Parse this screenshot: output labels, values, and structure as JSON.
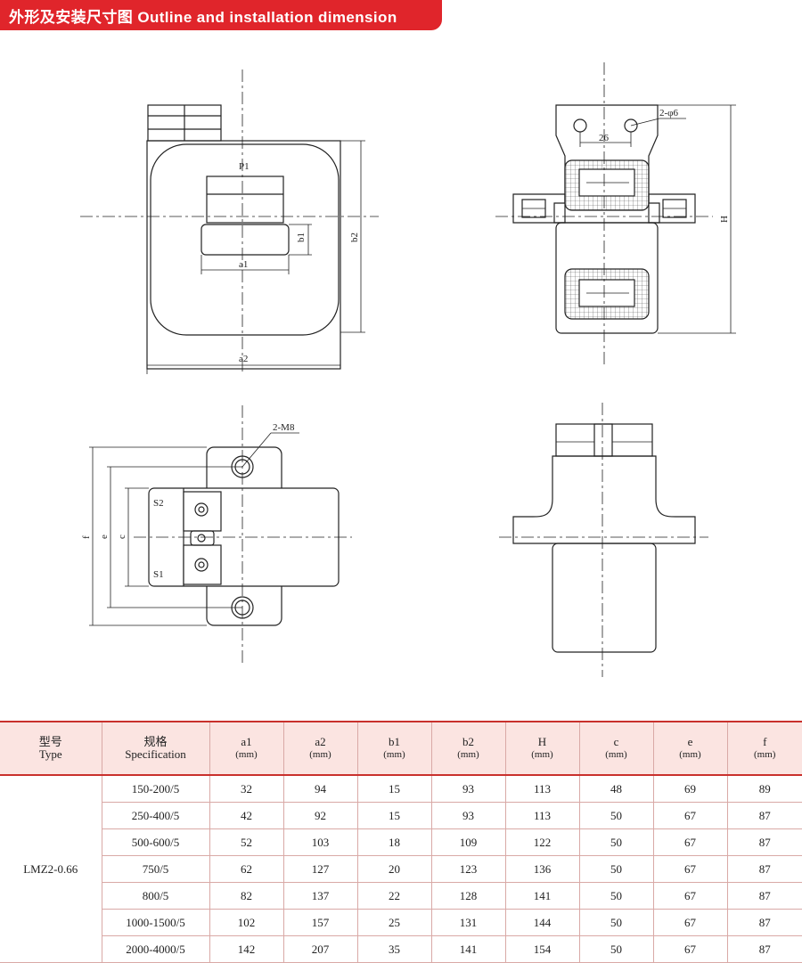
{
  "header": {
    "title": "外形及安装尺寸图 Outline and installation dimension"
  },
  "drawing_labels": {
    "front": {
      "p1": "P1",
      "b1": "b1",
      "b2": "b2",
      "a1": "a1",
      "a2": "a2"
    },
    "side": {
      "hole": "2-φ6",
      "spacing": "26",
      "height": "H"
    },
    "bottom": {
      "bolt": "2-M8",
      "s2": "S2",
      "s1": "S1",
      "f": "f",
      "e": "e",
      "c": "c"
    }
  },
  "table": {
    "headers": [
      {
        "line1": "型号",
        "line2": "Type"
      },
      {
        "line1": "规格",
        "line2": "Specification"
      },
      {
        "line1": "a1",
        "line2": "(mm)"
      },
      {
        "line1": "a2",
        "line2": "(mm)"
      },
      {
        "line1": "b1",
        "line2": "(mm)"
      },
      {
        "line1": "b2",
        "line2": "(mm)"
      },
      {
        "line1": "H",
        "line2": "(mm)"
      },
      {
        "line1": "c",
        "line2": "(mm)"
      },
      {
        "line1": "e",
        "line2": "(mm)"
      },
      {
        "line1": "f",
        "line2": "(mm)"
      }
    ],
    "type_name": "LMZ2-0.66",
    "rows": [
      [
        "150-200/5",
        "32",
        "94",
        "15",
        "93",
        "113",
        "48",
        "69",
        "89"
      ],
      [
        "250-400/5",
        "42",
        "92",
        "15",
        "93",
        "113",
        "50",
        "67",
        "87"
      ],
      [
        "500-600/5",
        "52",
        "103",
        "18",
        "109",
        "122",
        "50",
        "67",
        "87"
      ],
      [
        "750/5",
        "62",
        "127",
        "20",
        "123",
        "136",
        "50",
        "67",
        "87"
      ],
      [
        "800/5",
        "82",
        "137",
        "22",
        "128",
        "141",
        "50",
        "67",
        "87"
      ],
      [
        "1000-1500/5",
        "102",
        "157",
        "25",
        "131",
        "144",
        "50",
        "67",
        "87"
      ],
      [
        "2000-4000/5",
        "142",
        "207",
        "35",
        "141",
        "154",
        "50",
        "67",
        "87"
      ]
    ]
  }
}
